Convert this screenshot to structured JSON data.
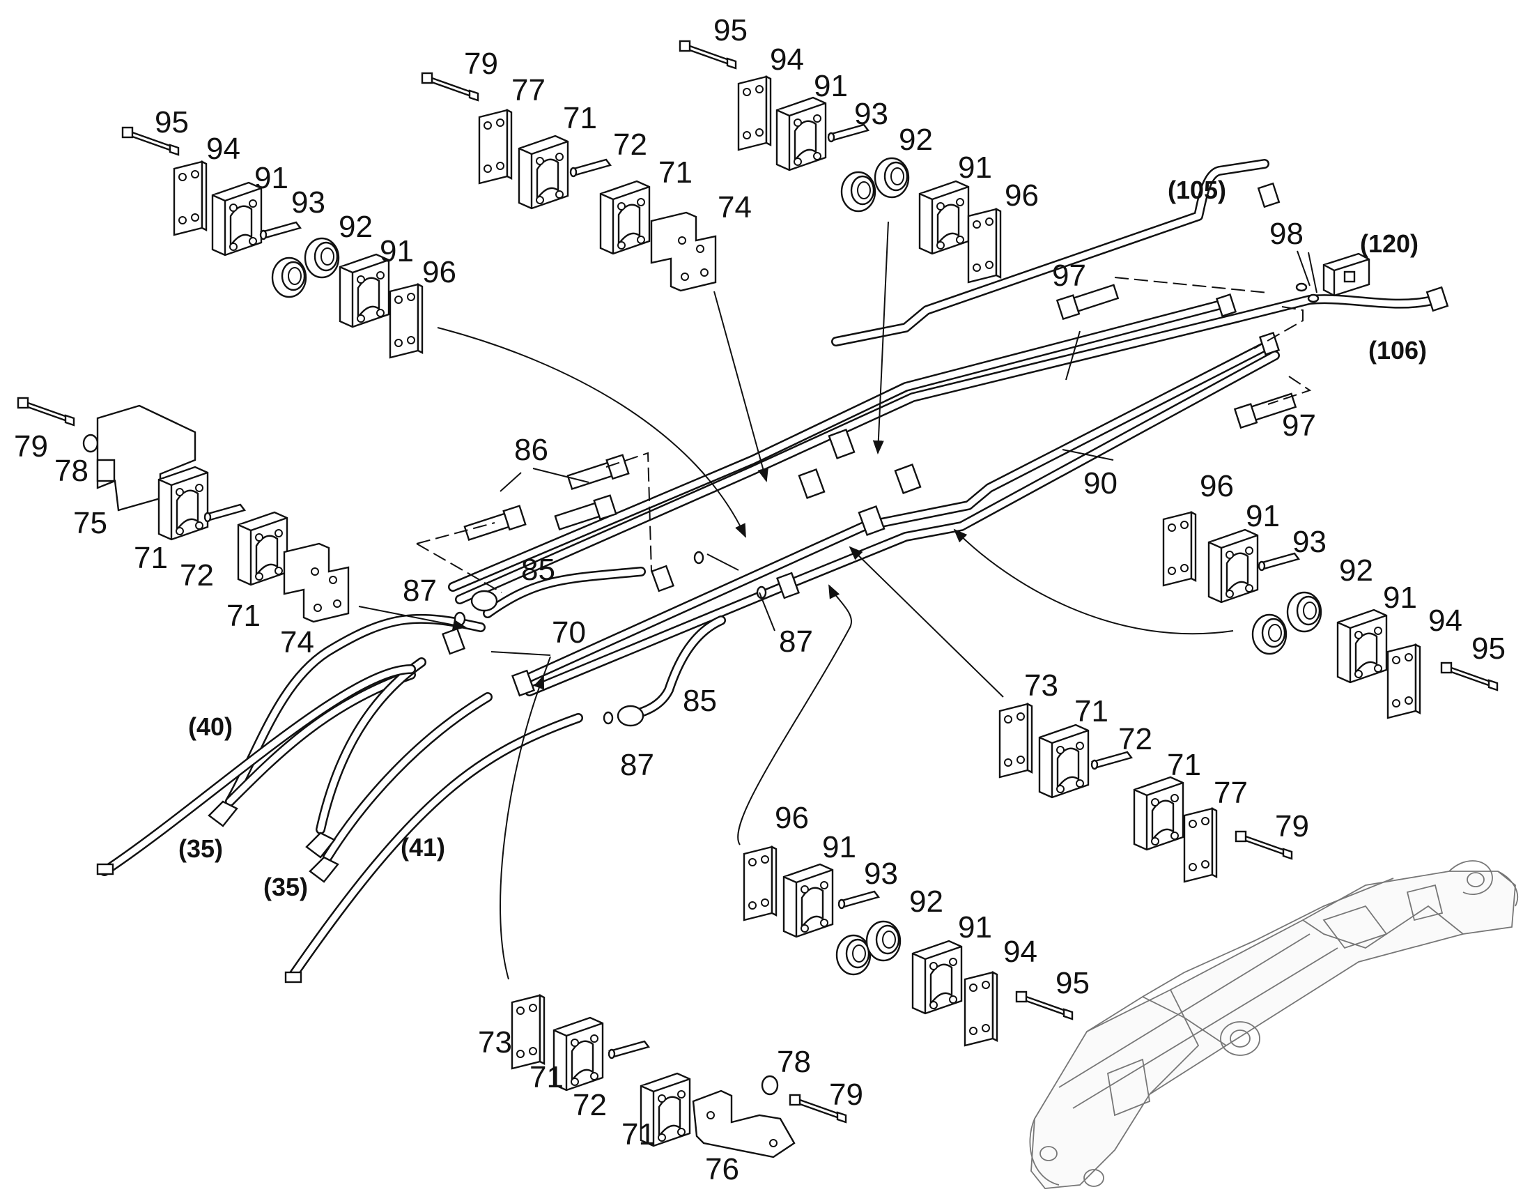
{
  "labels": {
    "clamp_top_left": [
      "95",
      "94",
      "91",
      "93",
      "92",
      "91",
      "96"
    ],
    "clamp_top_center": [
      "79",
      "77",
      "71",
      "72",
      "71",
      "74"
    ],
    "clamp_top_right": [
      "95",
      "94",
      "91",
      "93",
      "92",
      "91",
      "96"
    ],
    "pipe_refs_upper": [
      "(105)",
      "98",
      "(120)",
      "97",
      "(106)",
      "97",
      "90"
    ],
    "clamp_left": [
      "79",
      "78",
      "75",
      "71",
      "72",
      "71",
      "74"
    ],
    "center_parts": [
      "86",
      "85",
      "87",
      "70",
      "87",
      "85",
      "87"
    ],
    "hose_refs_left": [
      "(40)",
      "(35)",
      "(35)",
      "(41)"
    ],
    "clamp_right": [
      "96",
      "91",
      "93",
      "92",
      "91",
      "94",
      "95"
    ],
    "clamp_lower_right": [
      "73",
      "71",
      "72",
      "71",
      "77",
      "79"
    ],
    "clamp_lower_center": [
      "96",
      "91",
      "93",
      "92",
      "91",
      "94",
      "95"
    ],
    "clamp_bottom": [
      "73",
      "71",
      "72",
      "71",
      "78",
      "79",
      "76"
    ]
  }
}
